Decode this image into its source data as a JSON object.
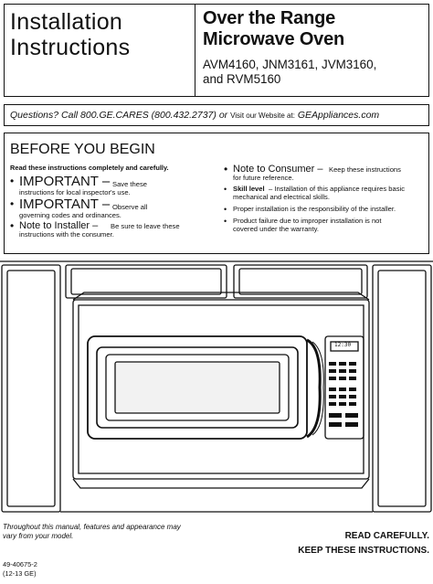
{
  "title": {
    "line1": "Installation",
    "line2": "Instructions"
  },
  "product": {
    "line1": "Over the Range",
    "line2": "Microwave Oven",
    "models_line1": "AVM4160, JNM3161, JVM3160,",
    "models_line2": "and RVM5160"
  },
  "questions": {
    "prefix": "Questions? Call 800.GE.CARES (800.432.2737)",
    "or": "or",
    "visit": "Visit our Website at:",
    "website": "GEAppliances.com"
  },
  "before": {
    "heading": "BEFORE YOU BEGIN",
    "intro": "Read these instructions completely and carefully.",
    "left_items": [
      {
        "title": "IMPORTANT –",
        "text_line1": "Save these",
        "text_line2": "instructions for local inspector's use."
      },
      {
        "title": "IMPORTANT –",
        "text_line1": "Observe all",
        "text_line2": "governing codes and ordinances."
      },
      {
        "title": "Note to Installer –",
        "text_line1": "Be sure to leave these",
        "text_line2": "instructions with the consumer."
      }
    ],
    "right_items": [
      {
        "title": "Note to Consumer –",
        "text_line1": "Keep these instructions",
        "text_line2": "for future reference."
      },
      {
        "title": "Skill level",
        "text_line1": "– Installation of this appliance requires basic",
        "text_line2": "mechanical and electrical skills."
      },
      {
        "title": "",
        "text_line1": "Proper installation is the responsibility of the installer.",
        "text_line2": ""
      },
      {
        "title": "",
        "text_line1": "Product failure due to improper installation is not",
        "text_line2": "covered under the warranty."
      }
    ]
  },
  "microwave_display": "12:30",
  "footer": {
    "note_line1": "Throughout this manual, features and appearance may",
    "note_line2": "vary from your model.",
    "read_carefully": "READ CAREFULLY.",
    "keep": "KEEP THESE INSTRUCTIONS.",
    "doc_number": "49-40675-2",
    "doc_date": "(12-13  GE)"
  }
}
